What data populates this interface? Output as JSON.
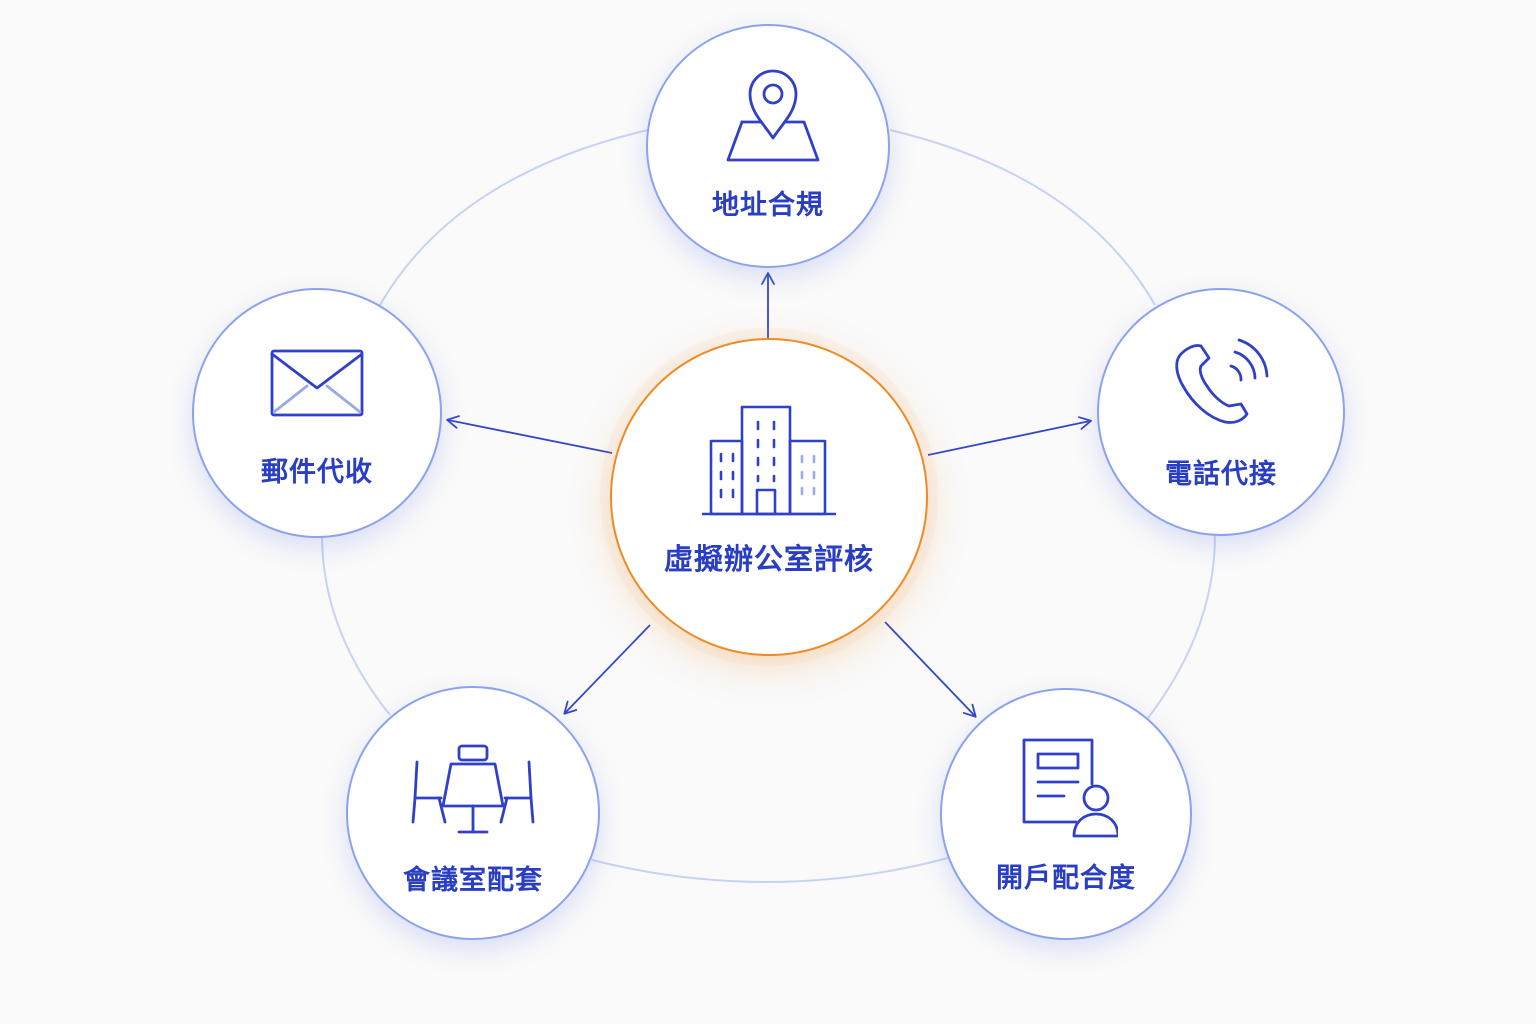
{
  "center": {
    "label": "虛擬辦公室評核",
    "icon": "office-building-icon"
  },
  "satellites": [
    {
      "id": "address",
      "label": "地址合規",
      "icon": "map-pin-icon"
    },
    {
      "id": "phone",
      "label": "電話代接",
      "icon": "phone-call-icon"
    },
    {
      "id": "account",
      "label": "開戶配合度",
      "icon": "account-document-icon"
    },
    {
      "id": "meeting",
      "label": "會議室配套",
      "icon": "meeting-table-icon"
    },
    {
      "id": "mail",
      "label": "郵件代收",
      "icon": "mail-envelope-icon"
    }
  ],
  "colors": {
    "accent": "#2a3ec4",
    "center_border": "#ef8a25",
    "node_border": "#8da2ee",
    "ring": "#c9d2f3",
    "arrow": "#3447c9"
  }
}
